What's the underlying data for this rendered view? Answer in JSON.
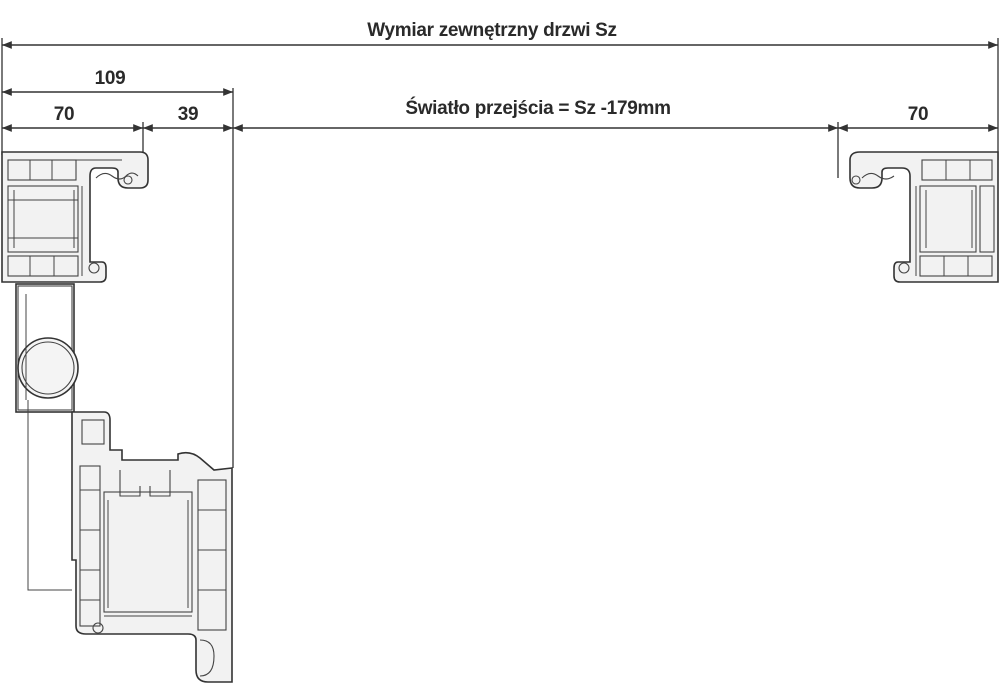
{
  "dimensions": {
    "outer_width_label": "Wymiar zewnętrzny drzwi Sz",
    "left_total_label": "109",
    "left_frame_label": "70",
    "left_sash_label": "39",
    "passage_label": "Światło przejścia = Sz -179mm",
    "right_frame_label": "70"
  }
}
